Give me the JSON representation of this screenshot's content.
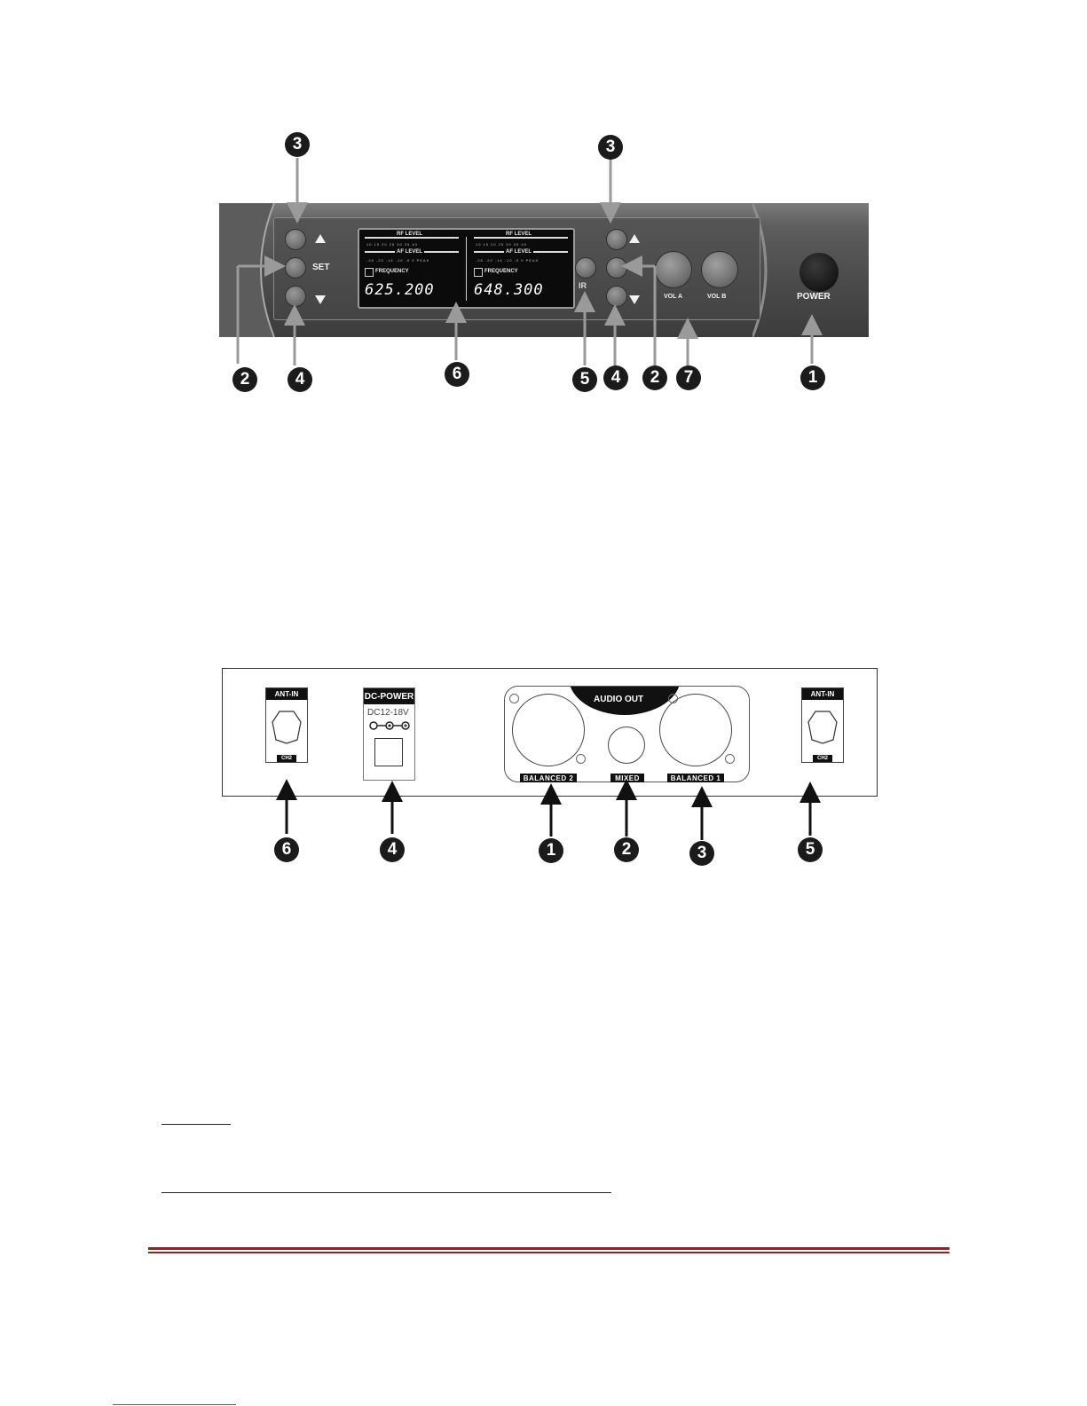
{
  "front_panel": {
    "set_label": "SET",
    "ir_label": "IR",
    "vol_a_label": "VOL A",
    "vol_b_label": "VOL B",
    "power_label": "POWER",
    "display": {
      "rf_level_label": "RF LEVEL",
      "af_level_label": "AF LEVEL",
      "rf_ticks": "10 15 20 25 30 35 40",
      "af_ticks": "-28 -20 -16 -10 -5 0 PEAK",
      "frequency_label": "FREQUENCY",
      "channel_a_frequency": "625.200",
      "channel_b_frequency": "648.300"
    },
    "callouts": {
      "c1": "1",
      "c2": "2",
      "c3": "3",
      "c4": "4",
      "c5": "5",
      "c6": "6",
      "c7": "7"
    }
  },
  "rear_panel": {
    "ant_in_label": "ANT-IN",
    "ant_chip": "CH2",
    "dc_power_label": "DC-POWER",
    "dc_voltage": "DC12-18V",
    "audio_out_label": "AUDIO OUT",
    "balanced_2_label": "BALANCED 2",
    "mixed_label": "MIXED",
    "balanced_1_label": "BALANCED 1",
    "callouts": {
      "c1": "1",
      "c2": "2",
      "c3": "3",
      "c4": "4",
      "c5": "5",
      "c6": "6"
    }
  },
  "colors": {
    "footer_rule": "#7b2a26",
    "link_line": "#4a5aa8"
  }
}
